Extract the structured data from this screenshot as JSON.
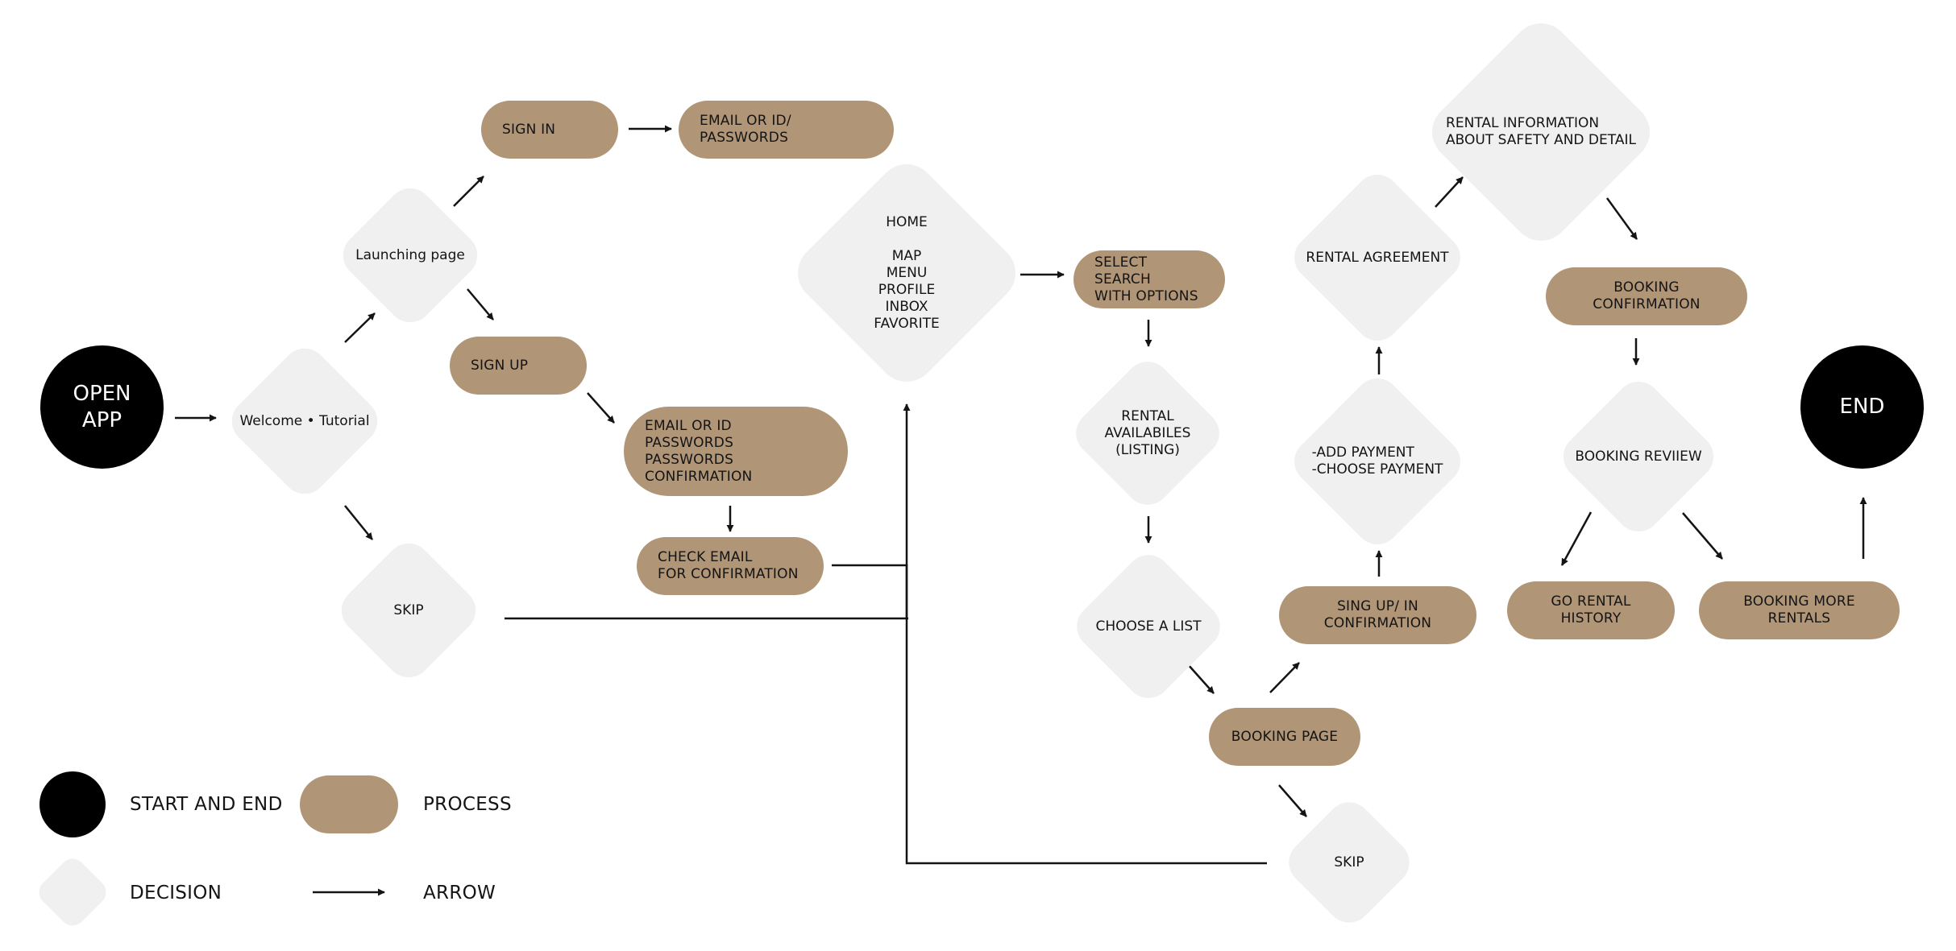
{
  "nodes": {
    "open_app": "OPEN\nAPP",
    "welcome": "Welcome • Tutorial",
    "launching": "Launching page",
    "sign_in": "SIGN IN",
    "email_pw": "EMAIL OR ID/ PASSWORDS",
    "sign_up": "SIGN UP",
    "email_pw_conf": "EMAIL OR ID\nPASSWORDS\nPASSWORDS CONFIRMATION",
    "check_email": "CHECK EMAIL\nFOR CONFIRMATION",
    "skip_1": "SKIP",
    "home": "HOME\n\nMAP\nMENU\nPROFILE\nINBOX\nFAVORITE",
    "select_search": "SELECT SEARCH\nWITH OPTIONS",
    "rental_avail": "RENTAL\nAVAILABILES\n(LISTING)",
    "choose_list": "CHOOSE A LIST",
    "booking_page": "BOOKING PAGE",
    "skip_2": "SKIP",
    "signup_conf": "SING UP/ IN CONFIRMATION",
    "payment": "-ADD PAYMENT\n-CHOOSE PAYMENT",
    "rental_agreement": "RENTAL AGREEMENT",
    "rental_info": "RENTAL INFORMATION\nABOUT SAFETY AND DETAIL",
    "booking_conf": "BOOKING CONFIRMATION",
    "booking_review": "BOOKING REVIIEW",
    "rental_history": "GO RENTAL HISTORY",
    "booking_more": "BOOKING MORE RENTALS",
    "end": "END"
  },
  "legend": {
    "start_end": "START AND END",
    "process": "PROCESS",
    "decision": "DECISION",
    "arrow": "ARROW"
  },
  "colors": {
    "process": "#b09577",
    "decision": "#f0f0f0",
    "terminal": "#000000",
    "line": "#141414"
  }
}
